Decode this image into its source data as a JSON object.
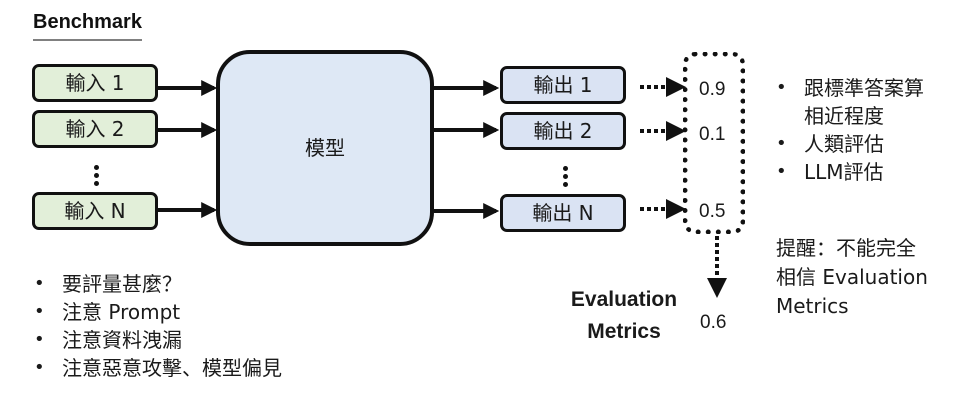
{
  "title": "Benchmark",
  "inputs": [
    "輸入 1",
    "輸入 2",
    "輸入 N"
  ],
  "model": {
    "label": "模型"
  },
  "outputs": [
    "輸出 1",
    "輸出 2",
    "輸出 N"
  ],
  "scores": [
    "0.9",
    "0.1",
    "0.5"
  ],
  "evaluation": {
    "label_line1": "Evaluation",
    "label_line2": "Metrics",
    "final_score": "0.6"
  },
  "metric_methods": [
    "跟標準答案算相近程度",
    "人類評估",
    "LLM評估"
  ],
  "metric_methods_display": [
    {
      "line1": "跟標準答案算",
      "line2": "相近程度"
    },
    {
      "line1": "人類評估"
    },
    {
      "line1": "LLM評估"
    }
  ],
  "warning": {
    "line1": "提醒：不能完全",
    "line2": "相信 Evaluation",
    "line3": "Metrics"
  },
  "considerations": [
    "要評量甚麼？",
    "注意 Prompt",
    "注意資料洩漏",
    "注意惡意攻擊、模型偏見"
  ],
  "colors": {
    "input_fill": "#e2efd9",
    "output_fill": "#dae3f3",
    "model_fill": "#dee8f5",
    "stroke": "#111111"
  }
}
